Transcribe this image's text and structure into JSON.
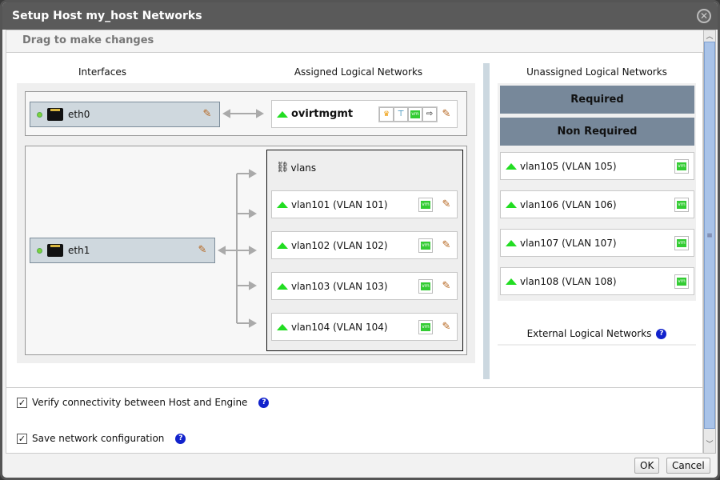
{
  "dialog": {
    "title": "Setup Host my_host Networks",
    "close_label": "✕"
  },
  "drag_hint": "Drag to make changes",
  "headers": {
    "interfaces": "Interfaces",
    "assigned": "Assigned Logical Networks",
    "unassigned": "Unassigned Logical Networks",
    "external": "External Logical Networks"
  },
  "interfaces": [
    {
      "name": "eth0",
      "status": "up",
      "networks": [
        {
          "name": "ovirtmgmt",
          "status": "up",
          "roles": [
            "display",
            "migration",
            "vm",
            "management"
          ]
        }
      ]
    },
    {
      "name": "eth1",
      "status": "up",
      "bond_label": "vlans",
      "networks": [
        {
          "name": "vlan101 (VLAN 101)",
          "status": "up",
          "roles": [
            "vm"
          ]
        },
        {
          "name": "vlan102 (VLAN 102)",
          "status": "up",
          "roles": [
            "vm"
          ]
        },
        {
          "name": "vlan103 (VLAN 103)",
          "status": "up",
          "roles": [
            "vm"
          ]
        },
        {
          "name": "vlan104 (VLAN 104)",
          "status": "up",
          "roles": [
            "vm"
          ]
        }
      ]
    }
  ],
  "unassigned": {
    "required_label": "Required",
    "non_required_label": "Non Required",
    "networks": [
      {
        "name": "vlan105 (VLAN 105)",
        "status": "up",
        "roles": [
          "vm"
        ]
      },
      {
        "name": "vlan106 (VLAN 106)",
        "status": "up",
        "roles": [
          "vm"
        ]
      },
      {
        "name": "vlan107 (VLAN 107)",
        "status": "up",
        "roles": [
          "vm"
        ]
      },
      {
        "name": "vlan108 (VLAN 108)",
        "status": "up",
        "roles": [
          "vm"
        ]
      }
    ]
  },
  "options": [
    {
      "label": "Verify connectivity between Host and Engine",
      "checked": true
    },
    {
      "label": "Save network configuration",
      "checked": true
    }
  ],
  "buttons": {
    "ok": "OK",
    "cancel": "Cancel"
  },
  "colors": {
    "title_bar": "#5a5a5a",
    "category": "#77889a",
    "status_up": "#22dd22",
    "help": "#1122cc"
  }
}
